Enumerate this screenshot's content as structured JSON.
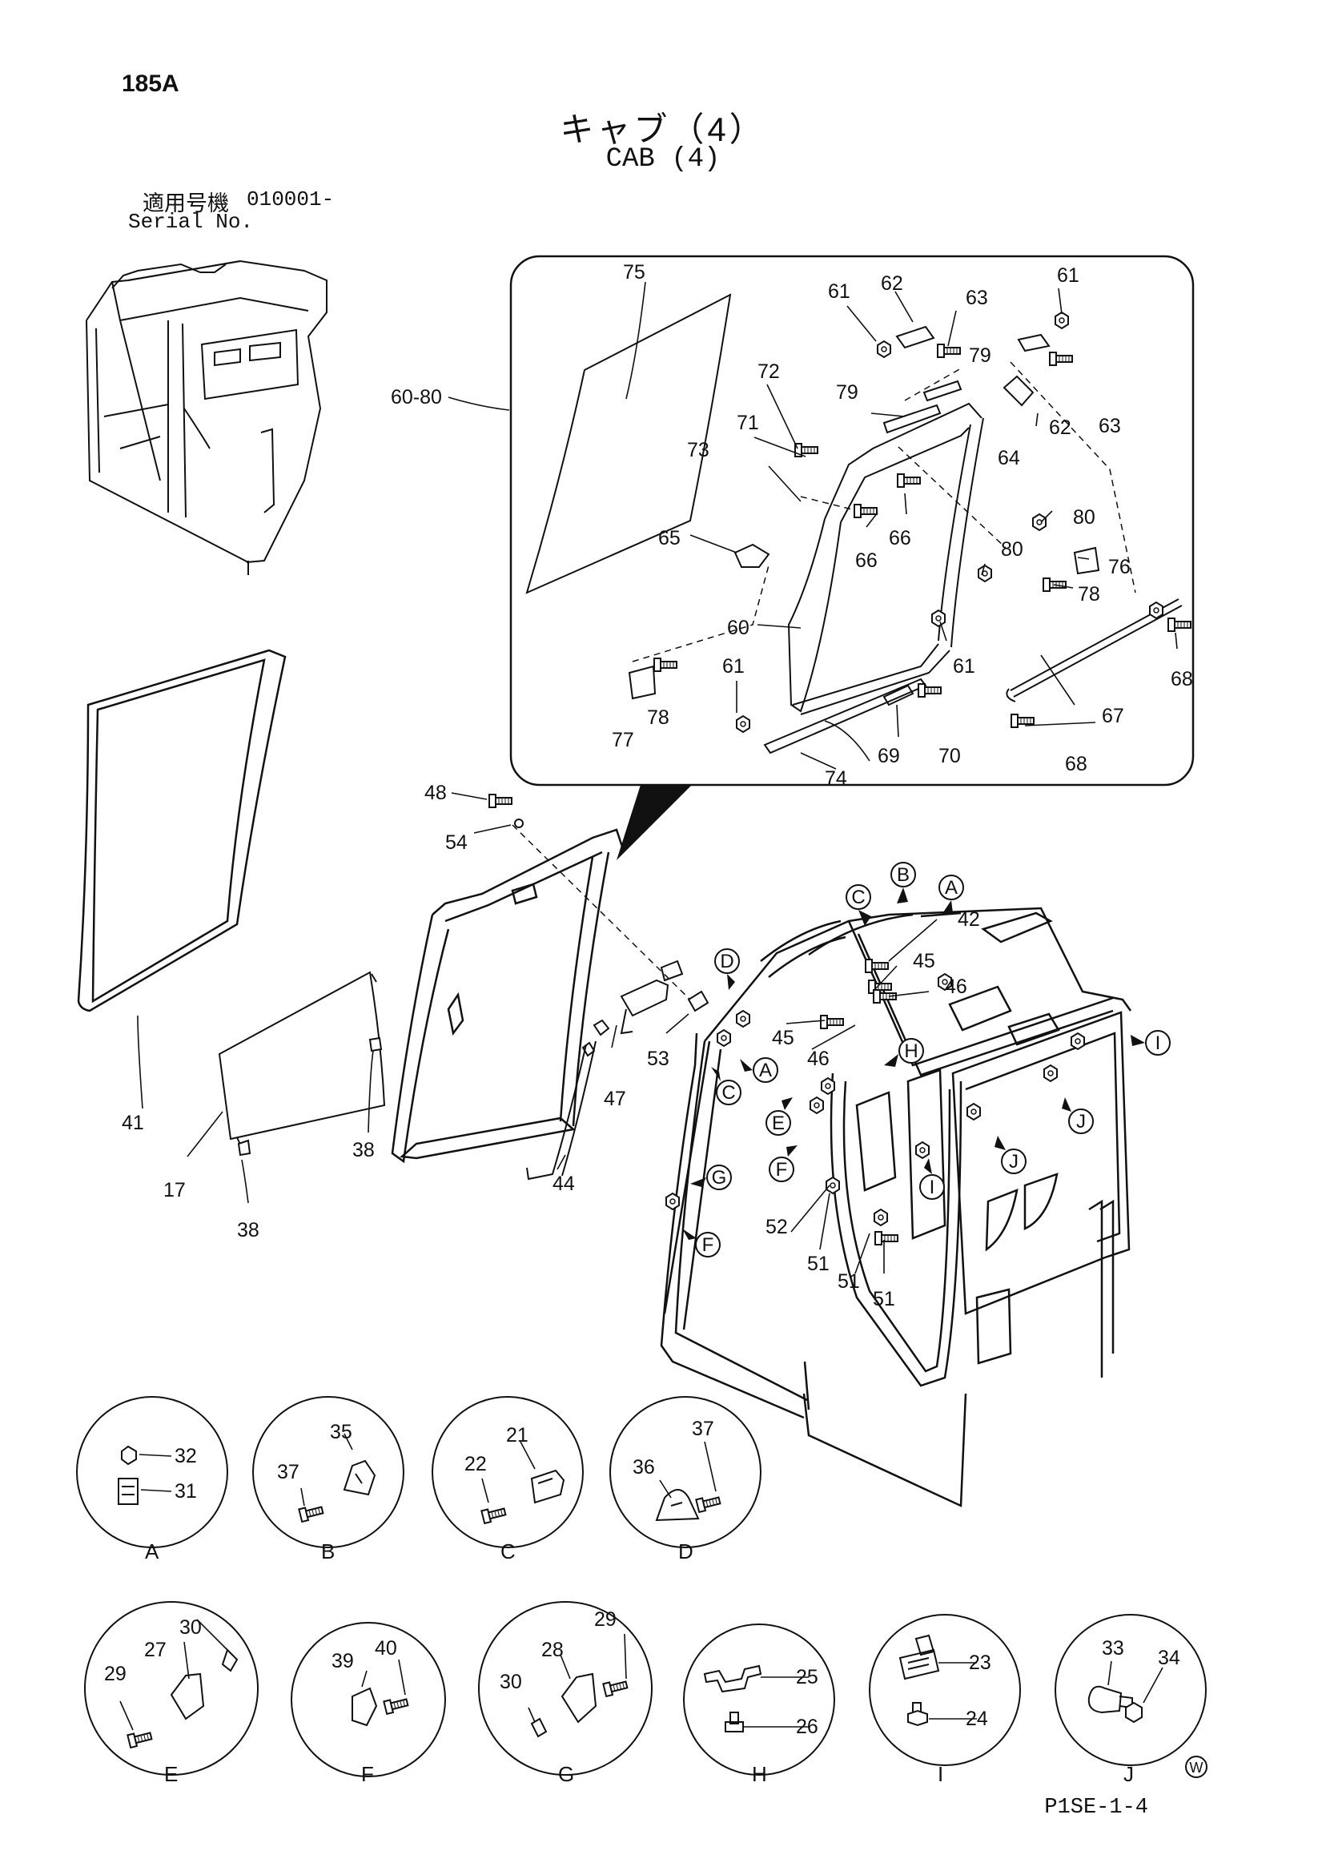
{
  "header": {
    "page_number": "185A",
    "title_jp": "キャブ（4）",
    "title_en": "CAB (4)",
    "serial_label_jp": "適用号機",
    "serial_value": "010001-",
    "serial_label_en": "Serial No."
  },
  "footer": {
    "figure_code": "P1SE-1-4",
    "mark": "W"
  },
  "colors": {
    "ink": "#111111",
    "paper": "#ffffff"
  },
  "callouts": [
    {
      "id": "c75",
      "text": "75"
    },
    {
      "id": "c6080",
      "text": "60-80"
    },
    {
      "id": "c61a",
      "text": "61"
    },
    {
      "id": "c62a",
      "text": "62"
    },
    {
      "id": "c63a",
      "text": "63"
    },
    {
      "id": "c61b",
      "text": "61"
    },
    {
      "id": "c79a",
      "text": "79"
    },
    {
      "id": "c72",
      "text": "72"
    },
    {
      "id": "c79b",
      "text": "79"
    },
    {
      "id": "c62b",
      "text": "62"
    },
    {
      "id": "c63b",
      "text": "63"
    },
    {
      "id": "c71",
      "text": "71"
    },
    {
      "id": "c73",
      "text": "73"
    },
    {
      "id": "c64",
      "text": "64"
    },
    {
      "id": "c65",
      "text": "65"
    },
    {
      "id": "c66a",
      "text": "66"
    },
    {
      "id": "c66b",
      "text": "66"
    },
    {
      "id": "c80a",
      "text": "80"
    },
    {
      "id": "c80b",
      "text": "80"
    },
    {
      "id": "c76",
      "text": "76"
    },
    {
      "id": "c78a",
      "text": "78"
    },
    {
      "id": "c60",
      "text": "60"
    },
    {
      "id": "c61c",
      "text": "61"
    },
    {
      "id": "c61d",
      "text": "61"
    },
    {
      "id": "c68a",
      "text": "68"
    },
    {
      "id": "c78b",
      "text": "78"
    },
    {
      "id": "c77",
      "text": "77"
    },
    {
      "id": "c67",
      "text": "67"
    },
    {
      "id": "c74",
      "text": "74"
    },
    {
      "id": "c69",
      "text": "69"
    },
    {
      "id": "c70",
      "text": "70"
    },
    {
      "id": "c68b",
      "text": "68"
    },
    {
      "id": "c48",
      "text": "48"
    },
    {
      "id": "c54",
      "text": "54"
    },
    {
      "id": "c42",
      "text": "42"
    },
    {
      "id": "c45a",
      "text": "45"
    },
    {
      "id": "c46a",
      "text": "46"
    },
    {
      "id": "c45b",
      "text": "45"
    },
    {
      "id": "c46b",
      "text": "46"
    },
    {
      "id": "c53",
      "text": "53"
    },
    {
      "id": "c47",
      "text": "47"
    },
    {
      "id": "c44",
      "text": "44"
    },
    {
      "id": "c41",
      "text": "41"
    },
    {
      "id": "c17",
      "text": "17"
    },
    {
      "id": "c38a",
      "text": "38"
    },
    {
      "id": "c38b",
      "text": "38"
    },
    {
      "id": "c52",
      "text": "52"
    },
    {
      "id": "c51a",
      "text": "51"
    },
    {
      "id": "c51b",
      "text": "51"
    },
    {
      "id": "c51c",
      "text": "51"
    }
  ],
  "reference_letters": [
    {
      "id": "rB",
      "letter": "B"
    },
    {
      "id": "rC1",
      "letter": "C"
    },
    {
      "id": "rA1",
      "letter": "A"
    },
    {
      "id": "rD",
      "letter": "D"
    },
    {
      "id": "rA2",
      "letter": "A"
    },
    {
      "id": "rC2",
      "letter": "C"
    },
    {
      "id": "rH",
      "letter": "H"
    },
    {
      "id": "rE",
      "letter": "E"
    },
    {
      "id": "rF1",
      "letter": "F"
    },
    {
      "id": "rG",
      "letter": "G"
    },
    {
      "id": "rF2",
      "letter": "F"
    },
    {
      "id": "rI1",
      "letter": "I"
    },
    {
      "id": "rJ1",
      "letter": "J"
    },
    {
      "id": "rJ2",
      "letter": "J"
    },
    {
      "id": "rI2",
      "letter": "I"
    }
  ],
  "detail_views": [
    {
      "id": "dA",
      "label": "A",
      "parts": [
        "32",
        "31"
      ]
    },
    {
      "id": "dB",
      "label": "B",
      "parts": [
        "35",
        "37"
      ]
    },
    {
      "id": "dC",
      "label": "C",
      "parts": [
        "21",
        "22"
      ]
    },
    {
      "id": "dD",
      "label": "D",
      "parts": [
        "37",
        "36"
      ]
    },
    {
      "id": "dE",
      "label": "E",
      "parts": [
        "30",
        "27",
        "29"
      ]
    },
    {
      "id": "dF",
      "label": "F",
      "parts": [
        "40",
        "39"
      ]
    },
    {
      "id": "dG",
      "label": "G",
      "parts": [
        "29",
        "28",
        "30"
      ]
    },
    {
      "id": "dH",
      "label": "H",
      "parts": [
        "25",
        "26"
      ]
    },
    {
      "id": "dI",
      "label": "I",
      "parts": [
        "23",
        "24"
      ]
    },
    {
      "id": "dJ",
      "label": "J",
      "parts": [
        "33",
        "34"
      ]
    }
  ]
}
